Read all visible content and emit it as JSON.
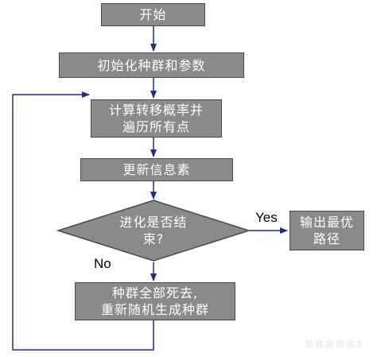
{
  "nodes": {
    "start": [
      "开始"
    ],
    "init": [
      "初始化种群和参数"
    ],
    "compute": [
      "计算转移概率并",
      "遍历所有点"
    ],
    "update": [
      "更新信息素"
    ],
    "decision": [
      "进化是否结",
      "束?"
    ],
    "output": [
      "输出最优",
      "路径"
    ],
    "reset": [
      "种群全部死去,",
      "重新随机生成种群"
    ]
  },
  "edges": {
    "yes_label": "Yes",
    "no_label": "No"
  },
  "colors": {
    "box_fill": "#888a8c",
    "box_border": "#4a4a4a",
    "arrow": "#1f2a8c",
    "text": "#ffffff"
  }
}
